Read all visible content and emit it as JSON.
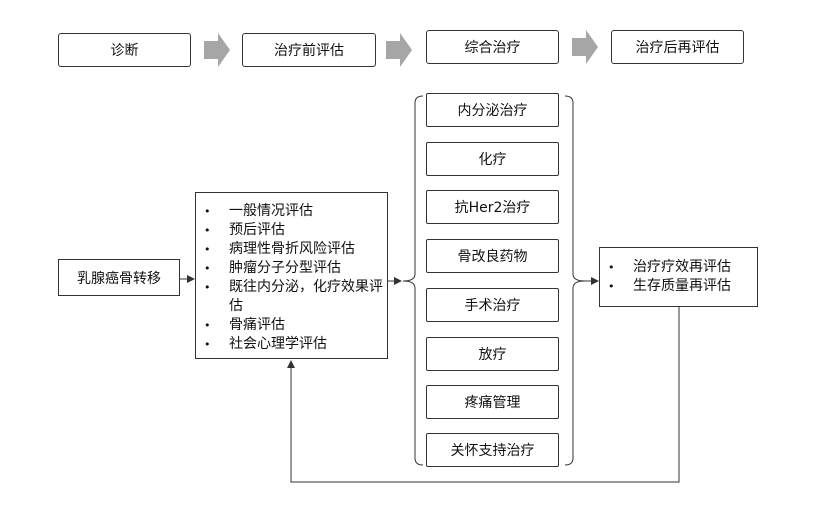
{
  "stages": [
    "诊断",
    "治疗前评估",
    "综合治疗",
    "治疗后再评估"
  ],
  "start": "乳腺癌骨转移",
  "assessments": [
    "一般情况评估",
    "预后评估",
    "病理性骨折风险评估",
    "肿瘤分子分型评估",
    "既往内分泌，化疗效果评估",
    "骨痛评估",
    "社会心理学评估"
  ],
  "treatments": [
    "内分泌治疗",
    "化疗",
    "抗Her2治疗",
    "骨改良药物",
    "手术治疗",
    "放疗",
    "疼痛管理",
    "关怀支持治疗"
  ],
  "reassessment": [
    "治疗疗效再评估",
    "生存质量再评估"
  ],
  "colors": {
    "stage_arrow": "#a6a6a6",
    "border": "#333333"
  }
}
